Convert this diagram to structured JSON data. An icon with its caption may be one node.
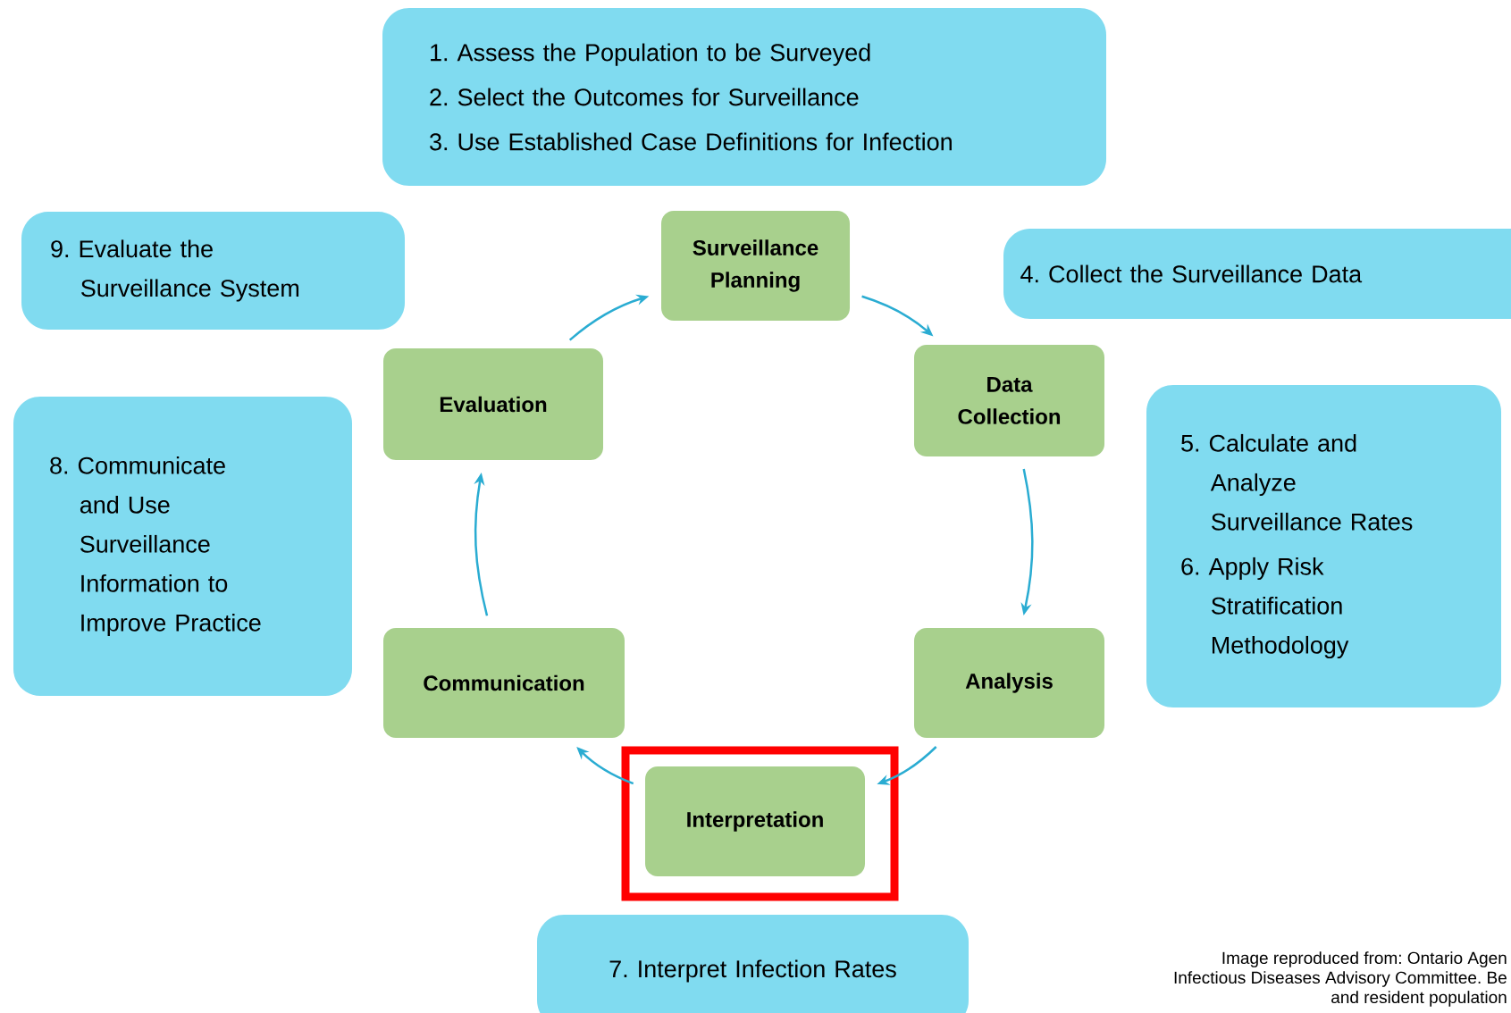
{
  "diagram": {
    "nodes": [
      {
        "text": [
          "1. Assess the Population to be Surveyed",
          "2. Select the Outcomes for Surveillance",
          "3. Use Established Case Definitions for Infection"
        ]
      },
      {
        "text": [
          "9. Evaluate the Surveillance System"
        ]
      },
      {
        "text": [
          "Surveillance Planning"
        ]
      },
      {
        "text": [
          "4. Collect the Surveillance Data"
        ]
      },
      {
        "text": [
          "Evaluation"
        ]
      },
      {
        "text": [
          "Data Collection"
        ]
      },
      {
        "text": [
          "8. Communicate and Use Surveillance Information to Improve Practice"
        ]
      },
      {
        "text": [
          "5. Calculate and Analyze Surveillance Rates",
          "6. Apply Risk Stratification Methodology"
        ]
      },
      {
        "text": [
          "Communication"
        ]
      },
      {
        "text": [
          "Analysis"
        ]
      },
      {
        "text": [
          "Interpretation"
        ]
      },
      {
        "text": [
          "7. Interpret Infection Rates"
        ]
      }
    ],
    "edges": [
      {
        "from": 2,
        "to": 5,
        "arrow": "to"
      },
      {
        "from": 5,
        "to": 9,
        "arrow": "to"
      },
      {
        "from": 9,
        "to": 10,
        "arrow": "to"
      },
      {
        "from": 10,
        "to": 8,
        "arrow": "to"
      },
      {
        "from": 8,
        "to": 4,
        "arrow": "to"
      },
      {
        "from": 4,
        "to": 2,
        "arrow": "to"
      }
    ],
    "labels": [
      "Image reproduced from: Ontario Agen",
      "Infectious Diseases Advisory Committee. Be",
      "and resident population"
    ]
  }
}
